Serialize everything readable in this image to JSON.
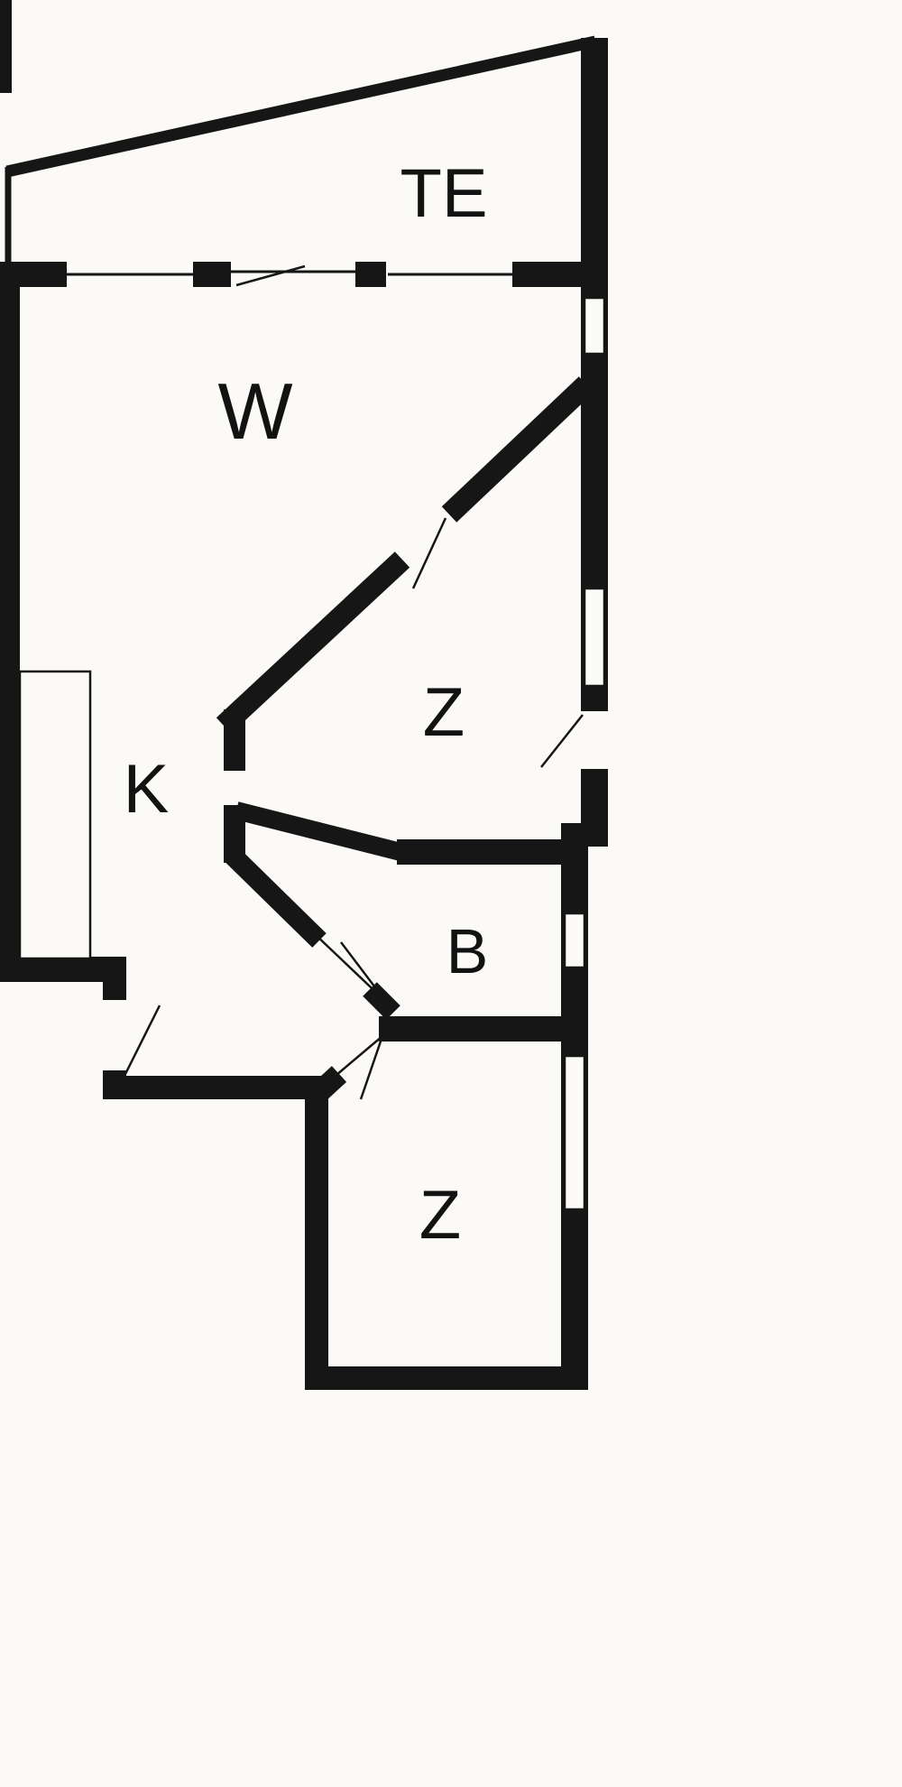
{
  "floorplan": {
    "rooms": [
      {
        "id": "terrace",
        "label": "TE"
      },
      {
        "id": "living-room",
        "label": "W"
      },
      {
        "id": "bedroom-right",
        "label": "Z"
      },
      {
        "id": "kitchen",
        "label": "K"
      },
      {
        "id": "bathroom",
        "label": "B"
      },
      {
        "id": "bedroom-bottom",
        "label": "Z"
      }
    ],
    "colors": {
      "wall": "#161616",
      "paper": "#fbfaf7",
      "label": "#121212"
    }
  }
}
